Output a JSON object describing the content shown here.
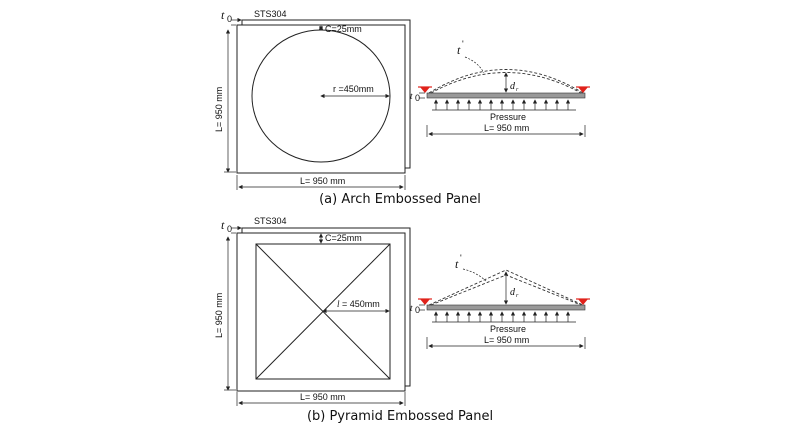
{
  "panel_a": {
    "material": "STS304",
    "thickness_symbol": "t",
    "thickness_sub": "0",
    "clearance_label": "C=25mm",
    "radius_label": "r =450mm",
    "height_label": "L= 950 mm",
    "width_label": "L= 950 mm",
    "deformed_thickness": "t",
    "deformed_prime": "'",
    "rise_symbol": "d",
    "rise_sub": "r",
    "pressure_label": "Pressure",
    "section_length_label": "L= 950 mm",
    "caption": "(a) Arch Embossed Panel"
  },
  "panel_b": {
    "material": "STS304",
    "thickness_symbol": "t",
    "thickness_sub": "0",
    "clearance_label": "C=25mm",
    "half_diag_label": "= 450mm",
    "half_diag_symbol": "l",
    "height_label": "L= 950 mm",
    "width_label": "L= 950 mm",
    "deformed_thickness": "t",
    "deformed_prime": "'",
    "rise_symbol": "d",
    "rise_sub": "r",
    "pressure_label": "Pressure",
    "section_length_label": "L= 950 mm",
    "caption": "(b) Pyramid Embossed Panel"
  },
  "colors": {
    "support": "#e0221b",
    "plate": "#999999",
    "line": "#222222"
  }
}
